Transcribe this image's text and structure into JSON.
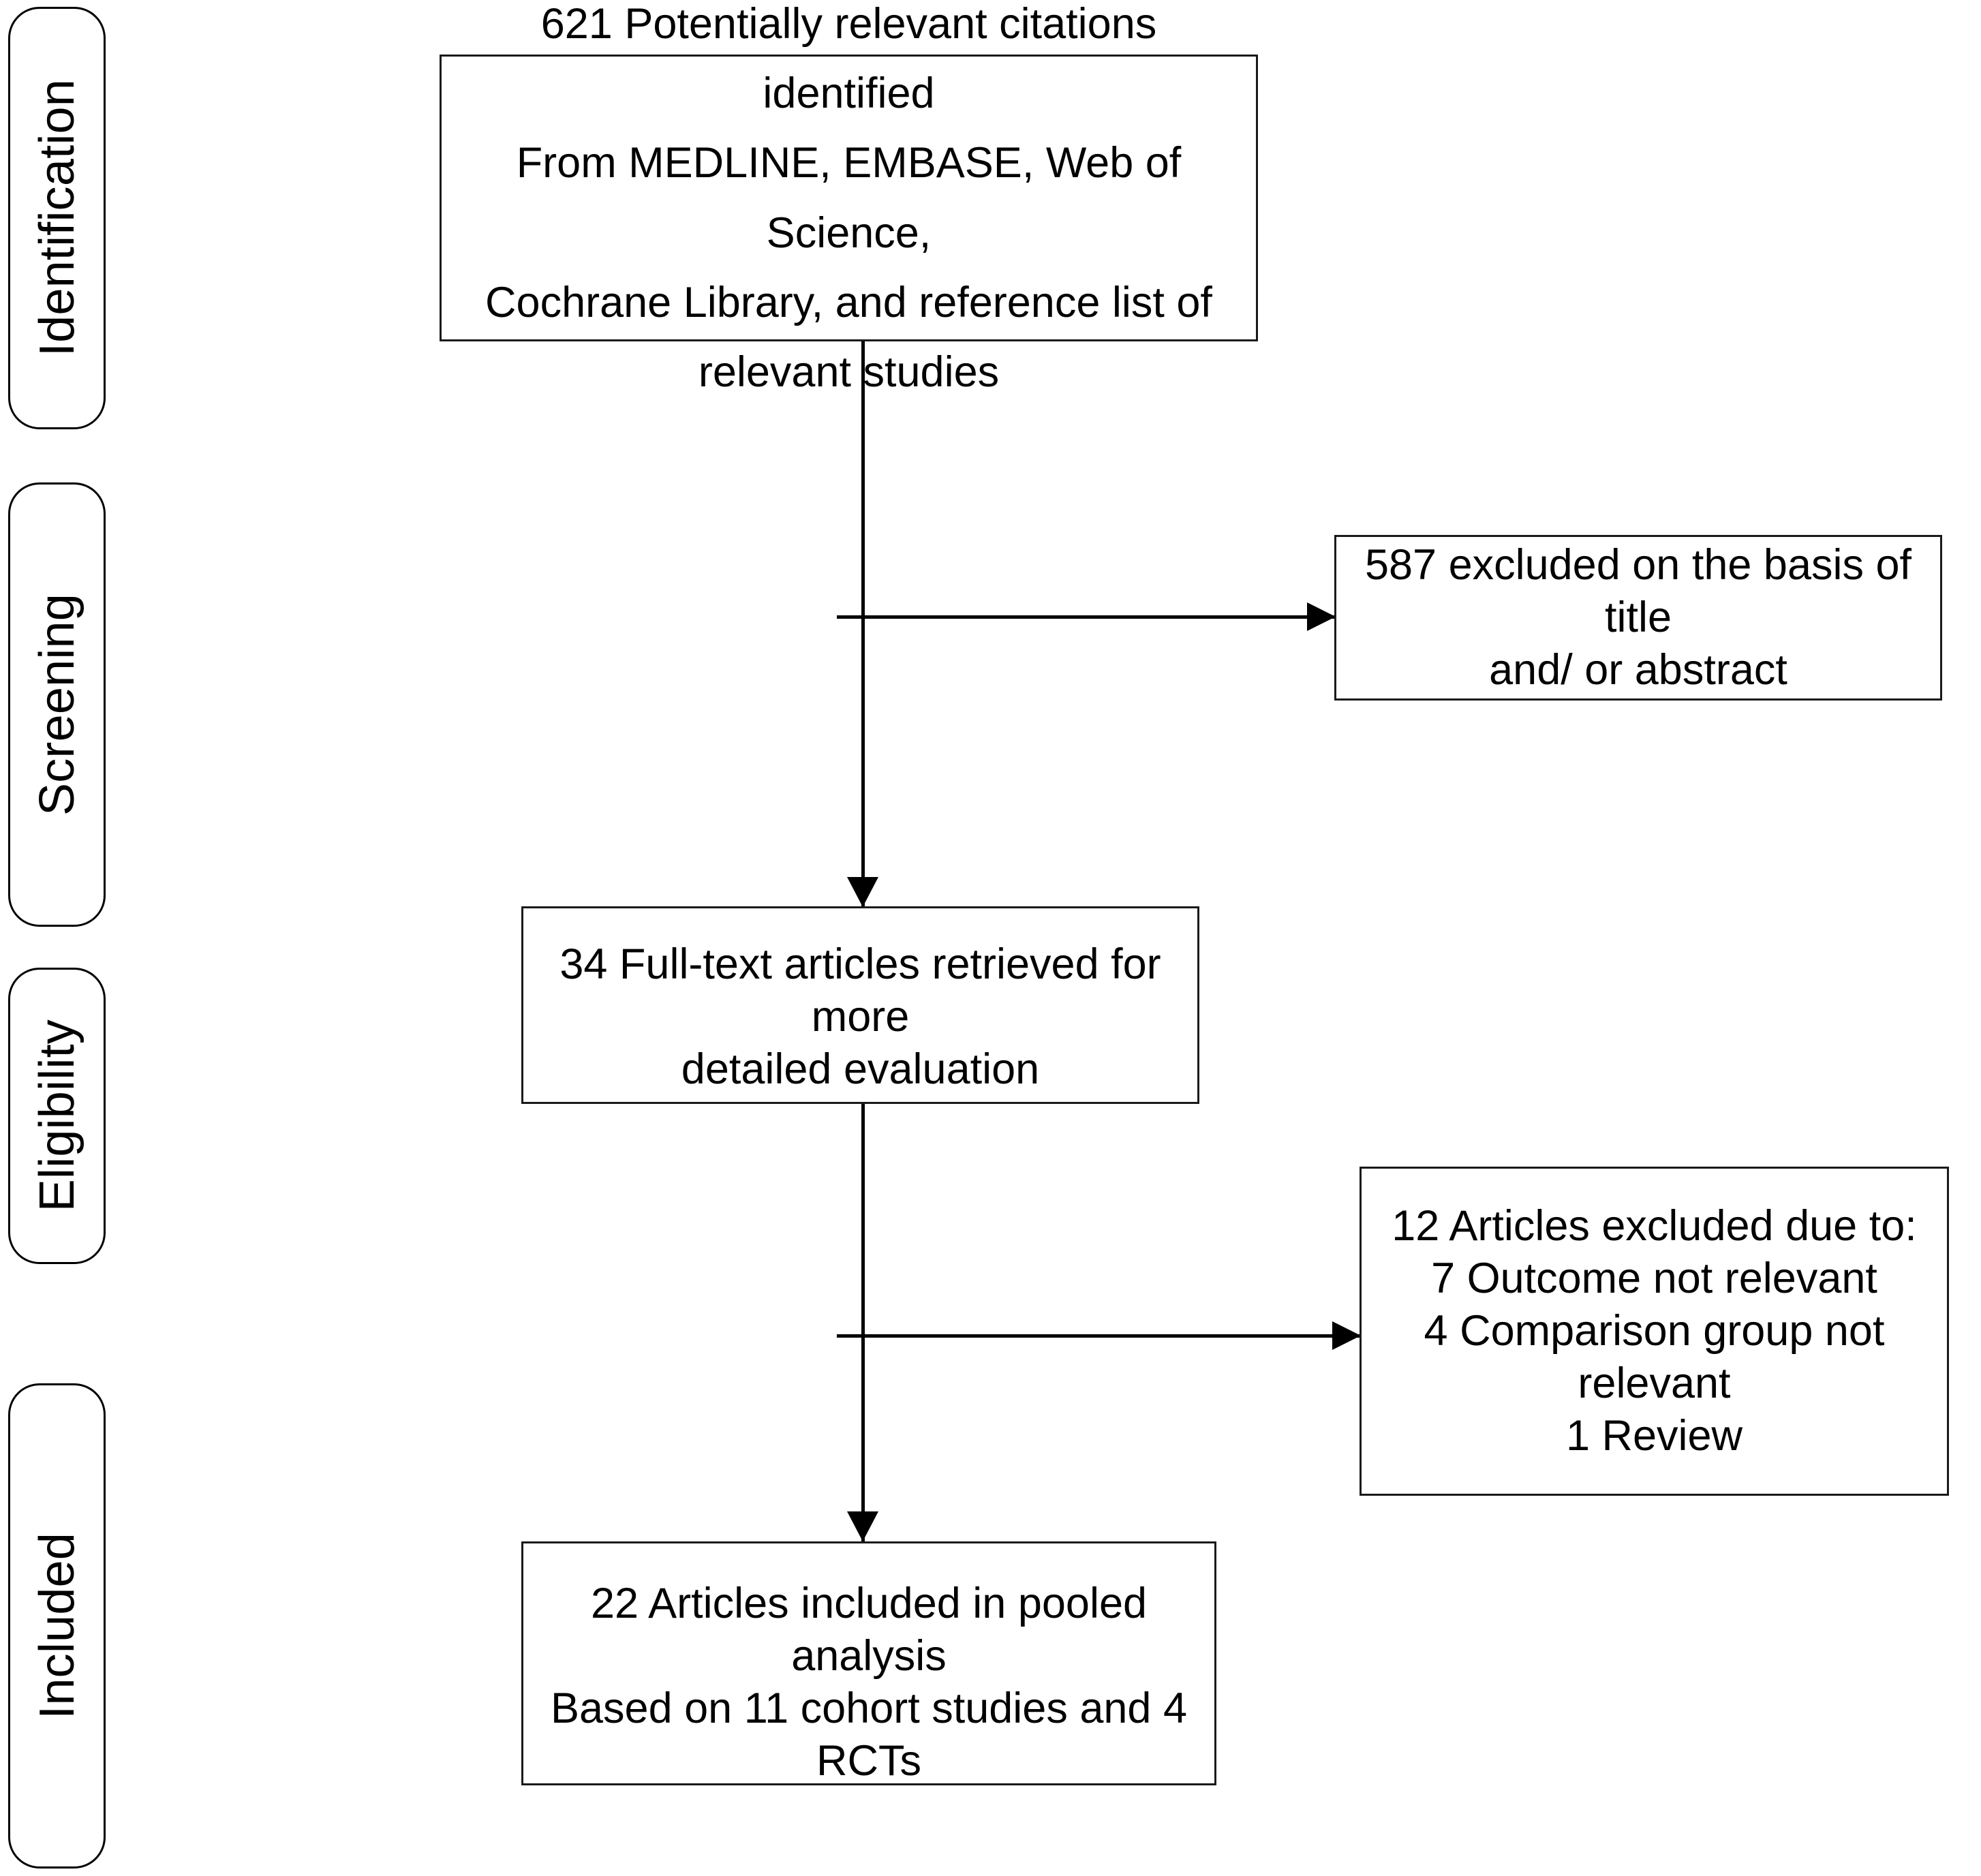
{
  "diagram": {
    "title": "PRISMA study selection flow diagram",
    "stages": [
      {
        "label": "Identification"
      },
      {
        "label": "Screening"
      },
      {
        "label": "Eligibility"
      },
      {
        "label": "Included"
      }
    ],
    "boxes": {
      "identified": {
        "text": "621 Potentially relevant citations identified\nFrom MEDLINE, EMBASE, Web of Science,\nCochrane Library, and reference list of\nrelevant studies",
        "count": 621
      },
      "excluded_title_abstract": {
        "text": "587 excluded on the basis of title\nand/ or abstract",
        "count": 587
      },
      "fulltext_retrieved": {
        "text": "34 Full-text articles retrieved for more\ndetailed evaluation",
        "count": 34
      },
      "excluded_fulltext": {
        "text": "12 Articles excluded due to:\n7 Outcome not relevant\n4 Comparison group not relevant\n1 Review",
        "count": 12,
        "reasons": [
          {
            "label": "Outcome not relevant",
            "count": 7
          },
          {
            "label": "Comparison group not relevant",
            "count": 4
          },
          {
            "label": "Review",
            "count": 1
          }
        ]
      },
      "included_pooled": {
        "text": "22 Articles included in pooled analysis\nBased on 11 cohort studies and 4\nRCTs",
        "count": 22,
        "cohort_studies": 11,
        "rcts": 4
      }
    },
    "colors": {
      "box_border": "#1a1a1a",
      "pill_border": "#000000",
      "line": "#000000",
      "background": "#ffffff",
      "text": "#000000"
    }
  }
}
